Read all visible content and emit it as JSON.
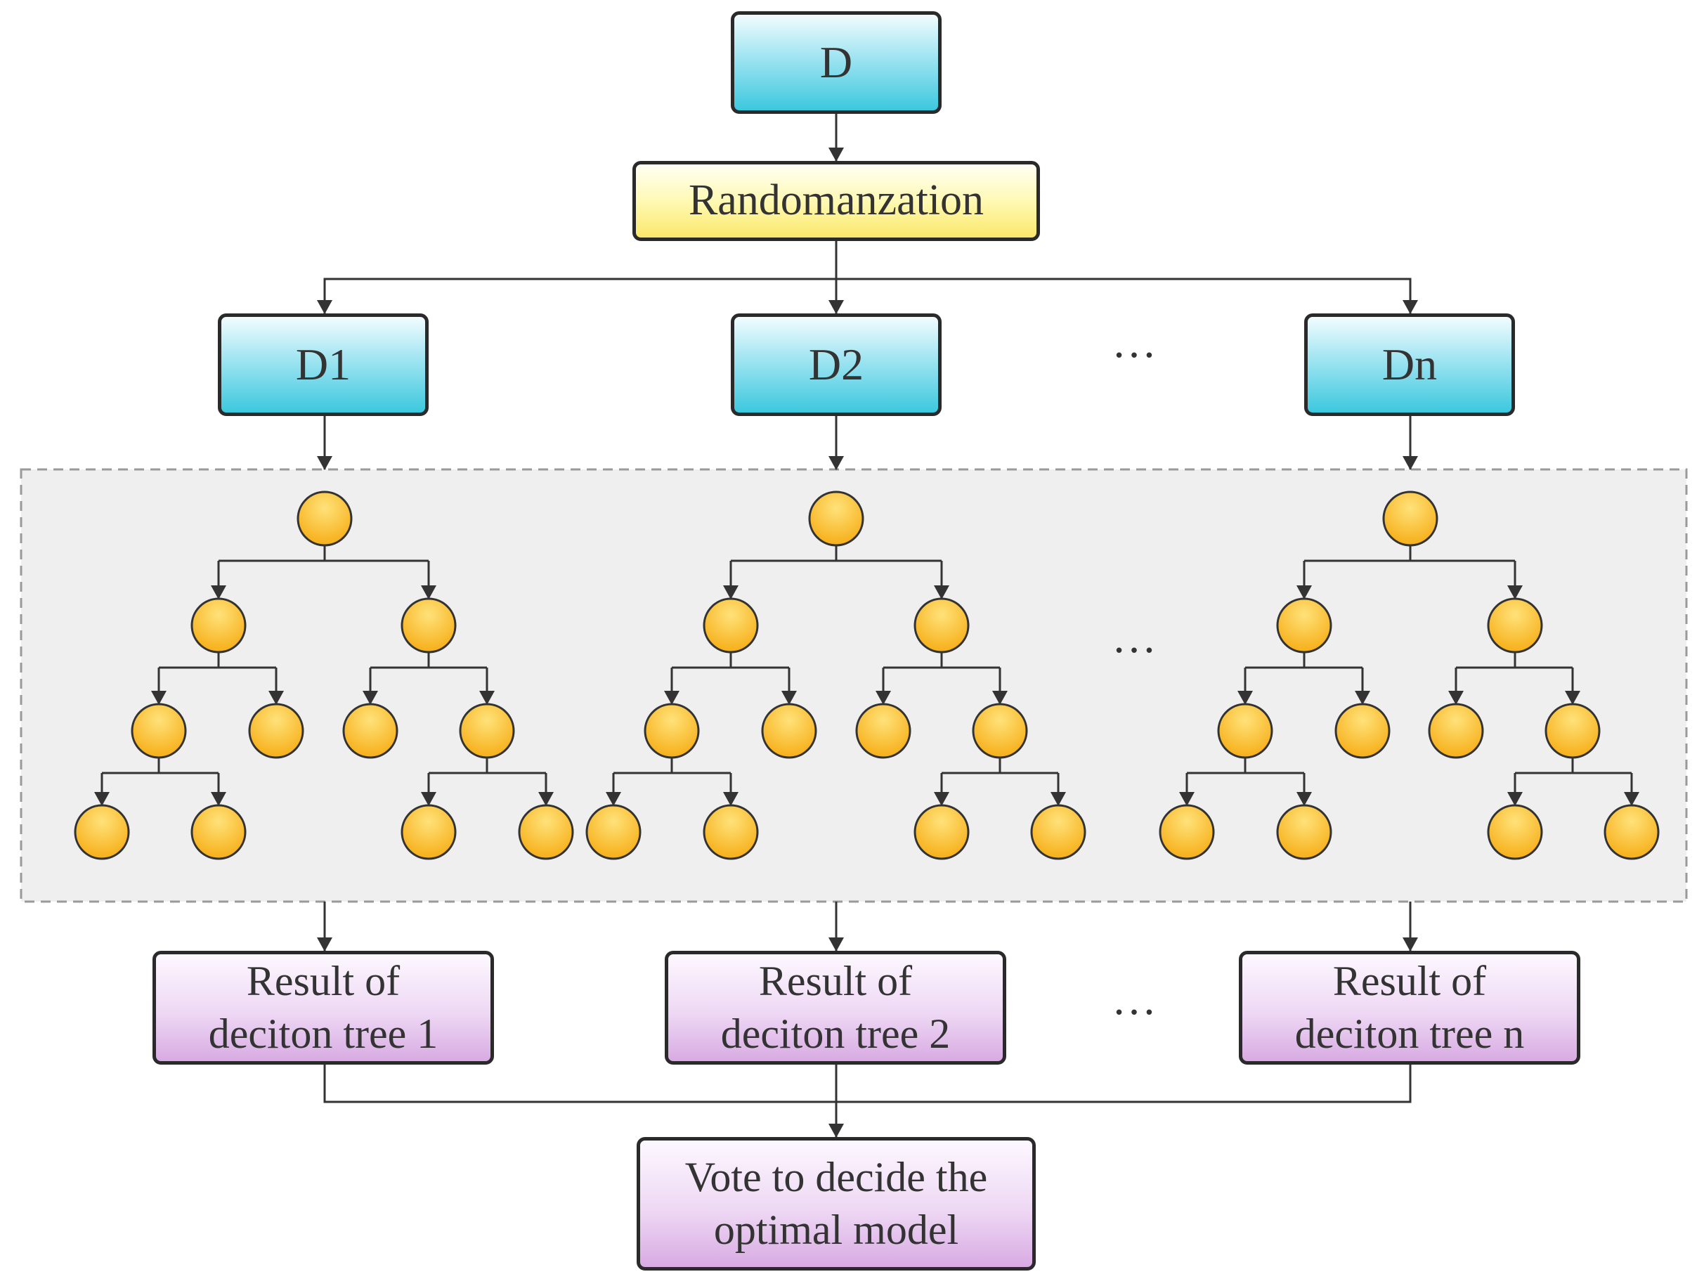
{
  "top_node": {
    "label": "D"
  },
  "randomization": {
    "label": "Randomanzation"
  },
  "subsets": [
    {
      "label": "D1"
    },
    {
      "label": "D2"
    },
    {
      "label": "Dn"
    }
  ],
  "results": [
    {
      "line1": "Result of",
      "line2": "deciton tree 1"
    },
    {
      "line1": "Result of",
      "line2": "deciton tree 2"
    },
    {
      "line1": "Result of",
      "line2": "deciton tree n"
    }
  ],
  "vote": {
    "line1": "Vote to decide the",
    "line2": "optimal model"
  },
  "ellipsis": "…",
  "colors": {
    "data_box": "#3cc8de",
    "random_box": "#fbe86a",
    "result_box": "#d8abe3",
    "tree_node": "#fbbf2c",
    "forest_panel": "#efefef"
  }
}
